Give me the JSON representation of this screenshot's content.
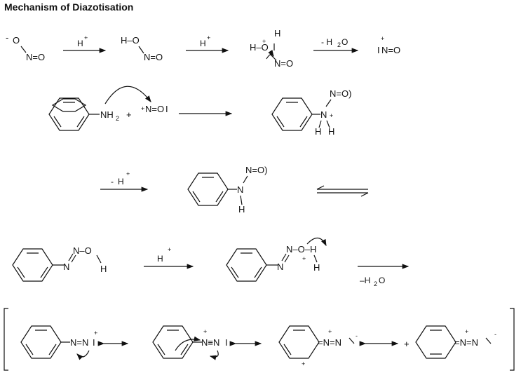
{
  "title": "Mechanism of Diazotisation",
  "labels": {
    "hplus": "H",
    "plus": "+",
    "minus": "-",
    "loss_water_1": "- H",
    "loss_water_2": "–H",
    "two": "2",
    "o": "O",
    "nno": "N=O",
    "nno_close": "N=O)",
    "ho": "H–O",
    "h": "H",
    "n": "N",
    "nh2": "NH",
    "nh": "N",
    "no_bar": "N=O",
    "n_eq_n": "N=N",
    "n_triple": "N≡N",
    "ar_n_eq": "=N=N",
    "no_h": "N–O",
    "no_h2": "N–O–H",
    "small_l": "I",
    "small_n_eq_o": "N=O",
    "ni": "N",
    "nei": "NI"
  }
}
